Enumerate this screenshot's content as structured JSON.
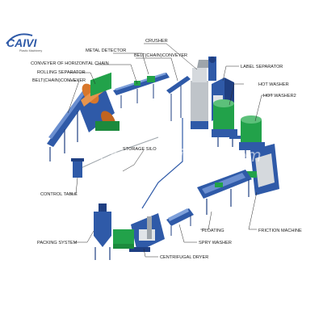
{
  "brand": {
    "name": "CAIVI",
    "tagline": "Plastic Machinery"
  },
  "watermark": "caivi.en.alibaba.com",
  "colors": {
    "machine_blue": "#2f5aa8",
    "dark_blue": "#1f3f82",
    "green": "#22a24a",
    "orange": "#d8772b",
    "gray": "#bfc4c9",
    "leader": "#2a2a2a"
  },
  "labels": {
    "metal_detector": "METAL DETECTOR",
    "crusher": "CRUSHER",
    "belt_conveyer_top": "BELT(CHAIN)CONVEYER",
    "conveyer_horizontal_chain": "CONVEYER OF HORIZONTAL CHAIN",
    "rolling_separator": "ROLLING SEPARATOR",
    "belt_conveyer_left": "BELT(CHAIN)CONVEYER",
    "label_separator": "LABEL SEPARATOR",
    "hot_washer": "HOT WASHER",
    "hot_washer2": "HOT WASHER2",
    "storage_silo": "STORAGE SILO",
    "control_table": "CONTROL TABLE",
    "friction_machine": "FRICTION MACHINE",
    "floating": "FLOATING",
    "spry_washer": "SPRY WASHER",
    "packing_system": "PACKING SYSTEM",
    "centrifugal_dryer": "CENTRIFUGAL DRYER"
  }
}
